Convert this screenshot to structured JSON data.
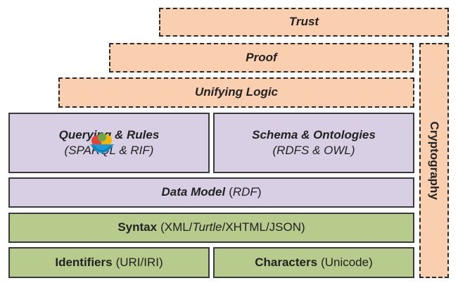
{
  "layers": {
    "trust": {
      "label": "Trust"
    },
    "proof": {
      "label": "Proof"
    },
    "unifying_logic": {
      "label": "Unifying Logic"
    },
    "querying_rules": {
      "title": "Querying & Rules",
      "subtitle_prefix": "(SPAR",
      "subtitle_suffix": "QL & RIF)"
    },
    "schema_ontologies": {
      "title": "Schema & Ontologies",
      "subtitle": "(RDFS & OWL)"
    },
    "data_model": {
      "title": "Data Model",
      "sub_open": "(",
      "sub_value": "RDF",
      "sub_close": ")"
    },
    "syntax": {
      "title": "Syntax",
      "detail_a": "(XML/",
      "detail_b": "Turtle",
      "detail_c": "/XHTML/JSON)"
    },
    "identifiers": {
      "title": "Identifiers",
      "detail": "(URI/IRI)"
    },
    "characters": {
      "title": "Characters",
      "detail": "(Unicode)"
    },
    "cryptography": {
      "label": "Cryptography"
    }
  },
  "colors": {
    "dashed_fill": "#f9cfb0",
    "purple_fill": "#d8cfe5",
    "green_fill": "#b7cb8c",
    "border": "#2b2b2b"
  },
  "icons": {
    "overlay": "fruit-bowl-icon"
  }
}
